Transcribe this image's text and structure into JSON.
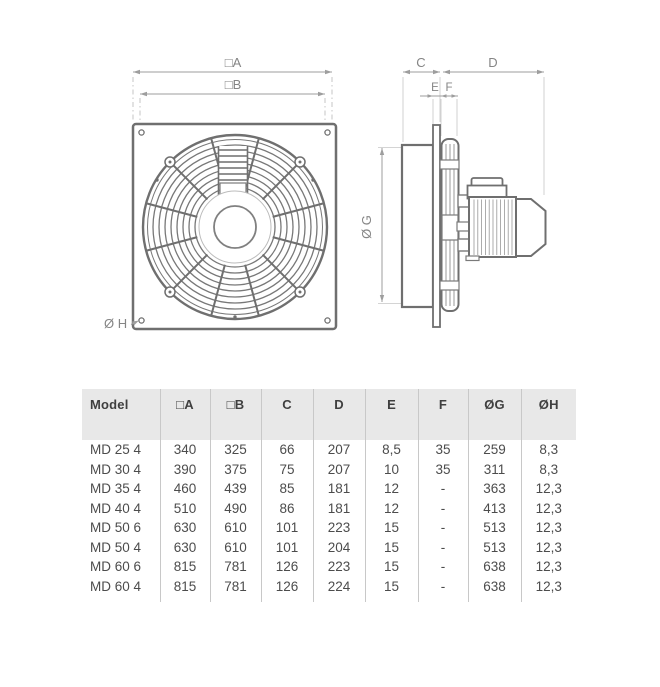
{
  "drawing": {
    "front": {
      "dim_a": "□A",
      "dim_b": "□B",
      "dim_h": "Ø H"
    },
    "side": {
      "dim_c": "C",
      "dim_d": "D",
      "dim_e": "E",
      "dim_f": "F",
      "dim_g": "Ø G"
    }
  },
  "table": {
    "headers": [
      "Model",
      "□A",
      "□B",
      "C",
      "D",
      "E",
      "F",
      "ØG",
      "ØH"
    ],
    "rows": [
      [
        "MD 25 4",
        "340",
        "325",
        "66",
        "207",
        "8,5",
        "35",
        "259",
        "8,3"
      ],
      [
        "MD 30 4",
        "390",
        "375",
        "75",
        "207",
        "10",
        "35",
        "311",
        "8,3"
      ],
      [
        "MD 35 4",
        "460",
        "439",
        "85",
        "181",
        "12",
        "-",
        "363",
        "12,3"
      ],
      [
        "MD 40 4",
        "510",
        "490",
        "86",
        "181",
        "12",
        "-",
        "413",
        "12,3"
      ],
      [
        "MD 50 6",
        "630",
        "610",
        "101",
        "223",
        "15",
        "-",
        "513",
        "12,3"
      ],
      [
        "MD 50 4",
        "630",
        "610",
        "101",
        "204",
        "15",
        "-",
        "513",
        "12,3"
      ],
      [
        "MD 60 6",
        "815",
        "781",
        "126",
        "223",
        "15",
        "-",
        "638",
        "12,3"
      ],
      [
        "MD 60 4",
        "815",
        "781",
        "126",
        "224",
        "15",
        "-",
        "638",
        "12,3"
      ]
    ]
  },
  "colors": {
    "line": "#6f6f6f",
    "line_light": "#8f8f8f",
    "dimension": "#9e9e9e",
    "extension": "#c6c6c6",
    "header_bg": "#e8e8e8",
    "divider": "#c8c8c8",
    "header_text": "#3f3f3f",
    "cell_text": "#4c4c4c"
  }
}
